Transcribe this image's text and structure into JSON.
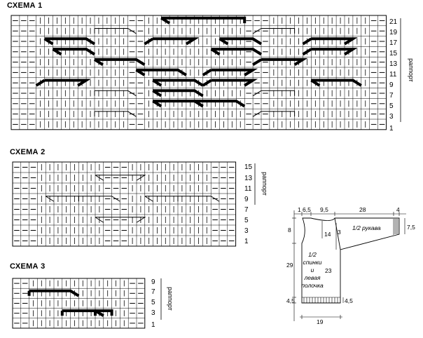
{
  "schema1": {
    "title": "СХЕМА 1",
    "rows": [
      "21",
      "19",
      "17",
      "15",
      "13",
      "11",
      "9",
      "7",
      "5",
      "3",
      "1"
    ],
    "repeat_label": "раппорт"
  },
  "schema2": {
    "title": "СХЕМА 2",
    "rows": [
      "15",
      "13",
      "11",
      "9",
      "7",
      "5",
      "3",
      "1"
    ],
    "repeat_label": "раппорт"
  },
  "schema3": {
    "title": "СХЕМА 3",
    "rows": [
      "9",
      "7",
      "5",
      "3",
      "1"
    ],
    "repeat_label": "раппорт"
  },
  "pattern": {
    "dims": {
      "top_left": "1",
      "top_a": "6,5",
      "top_b": "9,5",
      "top_c": "28",
      "top_d": "4",
      "left_top": "8",
      "left_main": "29",
      "left_bottom": "4,5",
      "neck": "14",
      "sleeve_drop": "3",
      "body_height": "23",
      "cuff": "7,5",
      "hem_right": "4,5",
      "bottom_width": "19"
    },
    "sleeve_label": "1/2 рукава",
    "body_label": [
      "1/2",
      "спинки",
      "и",
      "левая",
      "полочка"
    ]
  }
}
